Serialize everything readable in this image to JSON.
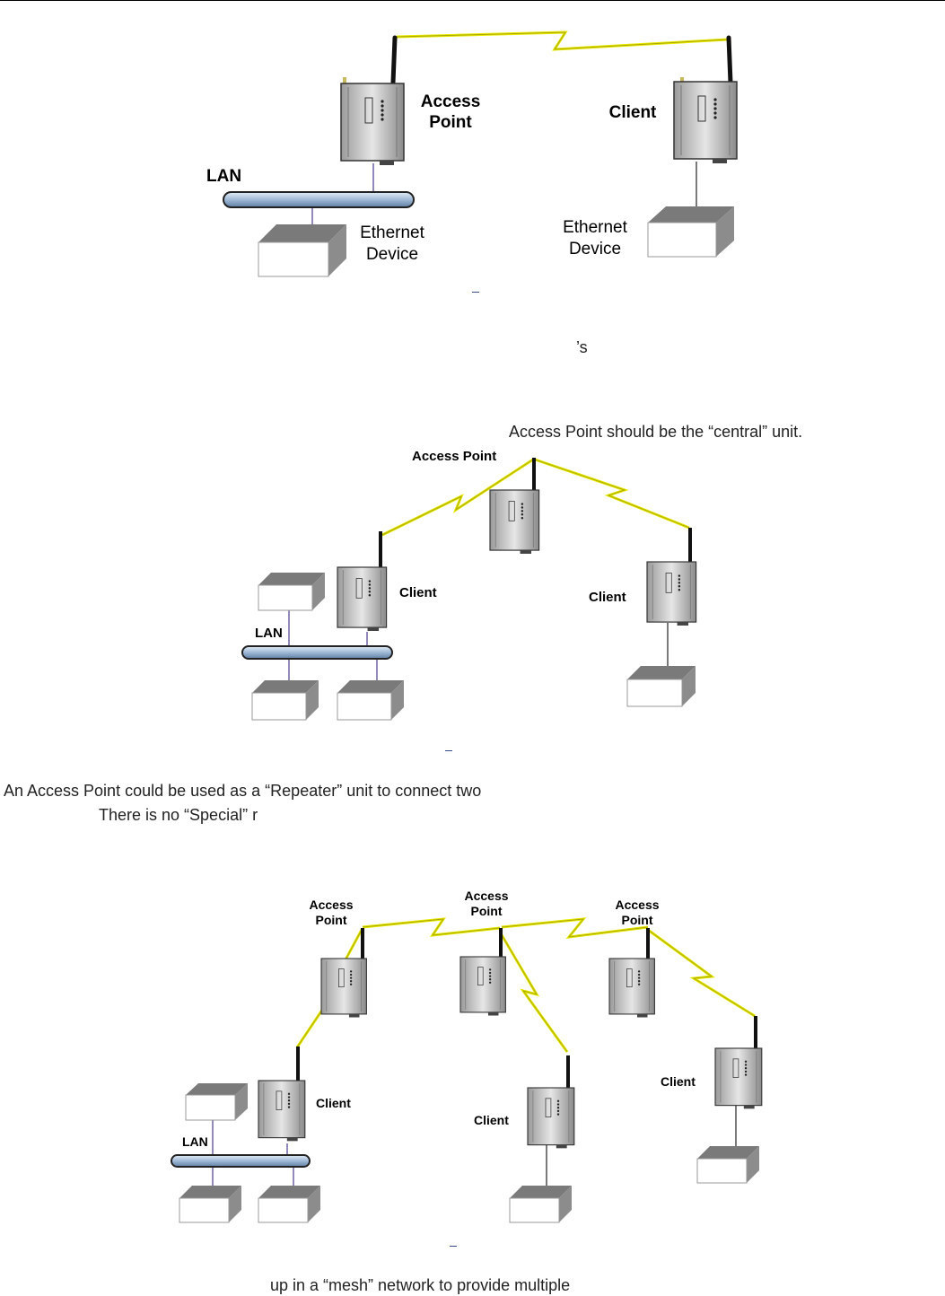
{
  "figure1": {
    "access_point_line1": "Access",
    "access_point_line2": "Point",
    "client": "Client",
    "lan": "LAN",
    "ethernet_line1": "Ethernet",
    "ethernet_line2": "Device",
    "ethernet2_line1": "Ethernet",
    "ethernet2_line2": "Device"
  },
  "text1": {
    "fragment": "’s"
  },
  "text2": {
    "central_sentence": "Access Point should be the “central” unit."
  },
  "figure2": {
    "access_point": "Access Point",
    "client_left": "Client",
    "client_right": "Client",
    "lan": "LAN"
  },
  "text3": {
    "line1": "An Access Point could be used as a “Repeater” unit to connect two",
    "line2": "There is no “Special” r"
  },
  "figure3": {
    "ap_left_line1": "Access",
    "ap_left_line2": "Point",
    "ap_mid_line1": "Access",
    "ap_mid_line2": "Point",
    "ap_right_line1": "Access",
    "ap_right_line2": "Point",
    "client_left": "Client",
    "client_mid": "Client",
    "client_right": "Client",
    "lan": "LAN"
  },
  "text4": {
    "line1": "up in a “mesh” network to provide multiple"
  },
  "colors": {
    "lightning": "#f2f200",
    "lan_bar": "#b8cce4",
    "box_side": "#777777",
    "device": "#cfcfcf"
  }
}
